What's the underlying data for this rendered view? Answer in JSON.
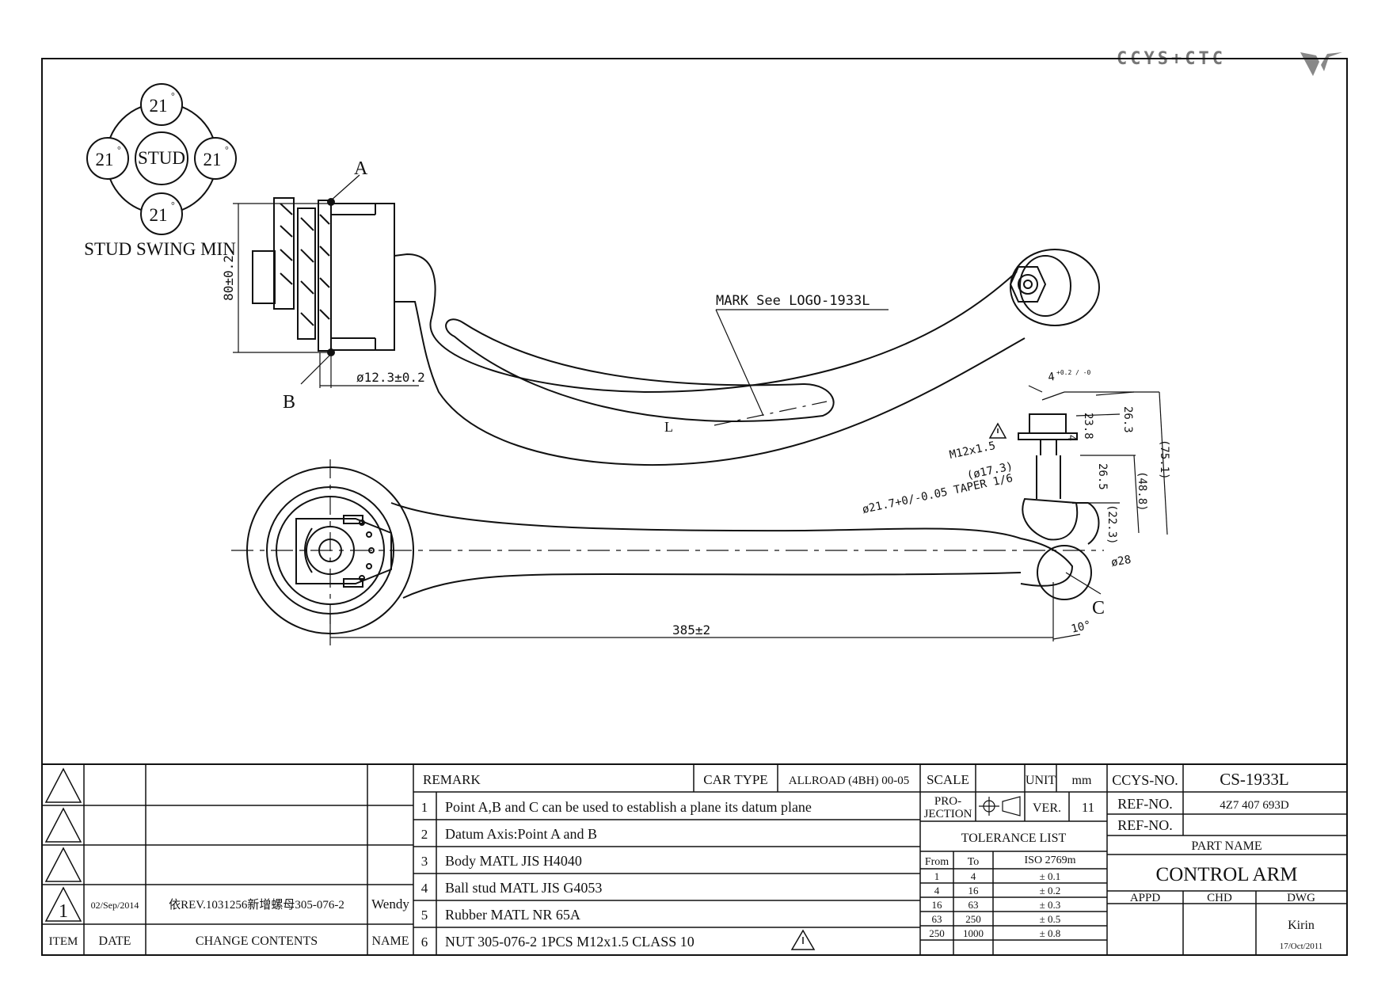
{
  "brand": {
    "name": "CCYS+CTC"
  },
  "drawing": {
    "stud_swing": {
      "top": "21",
      "left": "21",
      "right": "21",
      "bottom": "21",
      "center": "STUD",
      "degree": "°",
      "caption": "STUD SWING MIN"
    },
    "point_a": "A",
    "point_b": "B",
    "point_c": "C",
    "dim_height": "80±0.2",
    "dim_bore": "ø12.3±0.2",
    "mark_note": "MARK See LOGO-1933L",
    "side_label": "L",
    "dim_length": "385±2",
    "dim_angle": "10°",
    "dim_4": "4",
    "dim_4_tol": "+0.2 / -0",
    "dim_4b": "4",
    "dim_thread": "M12x1.5",
    "dim_238": "23.8",
    "dim_263": "26.3",
    "dim_751": "(75.1)",
    "dim_173": "(ø17.3)",
    "dim_265": "26.5",
    "dim_488": "(48.8)",
    "dim_taper": "ø21.7+0/-0.05 TAPER 1/6",
    "dim_223": "(22.3)",
    "dim_28": "ø28"
  },
  "revisions": {
    "rows": [
      {
        "item": "",
        "date": "",
        "content": "",
        "name": ""
      },
      {
        "item": "",
        "date": "",
        "content": "",
        "name": ""
      },
      {
        "item": "",
        "date": "",
        "content": "",
        "name": ""
      },
      {
        "item": "1",
        "date": "02/Sep/2014",
        "content": "依REV.1031256新增螺母305-076-2",
        "name": "Wendy"
      }
    ],
    "headers": {
      "item": "ITEM",
      "date": "DATE",
      "content": "CHANGE CONTENTS",
      "name": "NAME"
    }
  },
  "remarks": {
    "label": "REMARK",
    "car_type_label": "CAR TYPE",
    "car_type": "ALLROAD (4BH) 00-05",
    "items": [
      {
        "no": "1",
        "text": "Point A,B and C can be used to establish a plane its datum plane"
      },
      {
        "no": "2",
        "text": "Datum Axis:Point A and B"
      },
      {
        "no": "3",
        "text": "Body MATL JIS H4040"
      },
      {
        "no": "4",
        "text": "Ball stud MATL JIS G4053"
      },
      {
        "no": "5",
        "text": "Rubber MATL NR 65A"
      },
      {
        "no": "6",
        "text": "NUT 305-076-2 1PCS M12x1.5 CLASS 10"
      }
    ]
  },
  "spec": {
    "scale_label": "SCALE",
    "scale_value": "",
    "unit_label": "UNIT",
    "unit_value": "mm",
    "projection_label_1": "PRO-",
    "projection_label_2": "JECTION",
    "ver_label": "VER.",
    "ver_value": "11",
    "tolerance_title": "TOLERANCE LIST",
    "tol_headers": {
      "from": "From",
      "to": "To",
      "iso": "ISO 2769m"
    },
    "tolerances": [
      {
        "from": "1",
        "to": "4",
        "tol": "± 0.1"
      },
      {
        "from": "4",
        "to": "16",
        "tol": "± 0.2"
      },
      {
        "from": "16",
        "to": "63",
        "tol": "± 0.3"
      },
      {
        "from": "63",
        "to": "250",
        "tol": "± 0.5"
      },
      {
        "from": "250",
        "to": "1000",
        "tol": "± 0.8"
      }
    ]
  },
  "title_block": {
    "ccys_label": "CCYS-NO.",
    "ccys_value": "CS-1933L",
    "ref_label_1": "REF-NO.",
    "ref_value_1": "4Z7 407 693D",
    "ref_label_2": "REF-NO.",
    "ref_value_2": "",
    "part_name_label": "PART NAME",
    "part_name": "CONTROL ARM",
    "appd_label": "APPD",
    "chd_label": "CHD",
    "dwg_label": "DWG",
    "appd": "",
    "chd": "",
    "dwg": "Kirin",
    "dwg_date": "17/Oct/2011"
  }
}
